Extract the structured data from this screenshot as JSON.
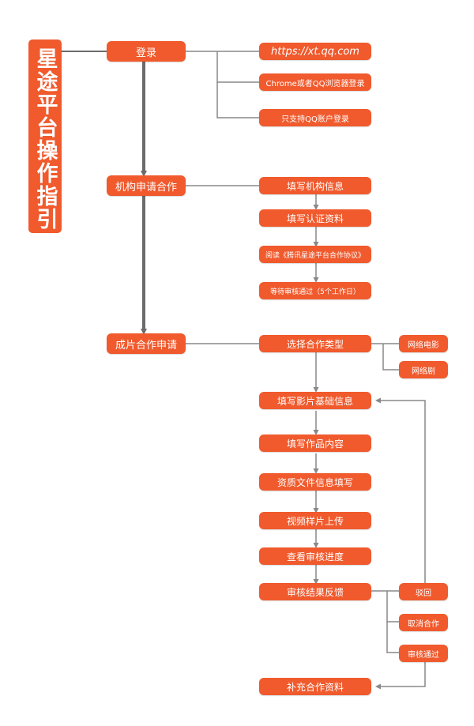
{
  "title": "星途平台操作指引",
  "colors": {
    "box": "#f05a2d",
    "line": "#6b6b6b",
    "text": "#ffffff"
  },
  "steps": {
    "login": "登录",
    "org_apply": "机构申请合作",
    "film_apply": "成片合作申请"
  },
  "login_details": {
    "url": "https://xt.qq.com",
    "browser": "Chrome或者QQ浏览器登录",
    "account": "只支持QQ账户登录"
  },
  "org_flow": {
    "fill_org_info": "填写机构信息",
    "fill_cert": "填写认证资料",
    "read_agreement": "阅读《腾讯星途平台合作协议》",
    "wait_review": "等待审核通过（5个工作日）"
  },
  "film_flow": {
    "choose_type": "选择合作类型",
    "type_film": "网络电影",
    "type_drama": "网络剧",
    "fill_basic": "填写影片基础信息",
    "fill_content": "填写作品内容",
    "fill_qualification": "资质文件信息填写",
    "upload_sample": "视频样片上传",
    "check_progress": "查看审核进度",
    "review_feedback": "审核结果反馈",
    "rejected": "驳回",
    "cancel": "取消合作",
    "approved": "审核通过",
    "supplement": "补充合作资料"
  }
}
